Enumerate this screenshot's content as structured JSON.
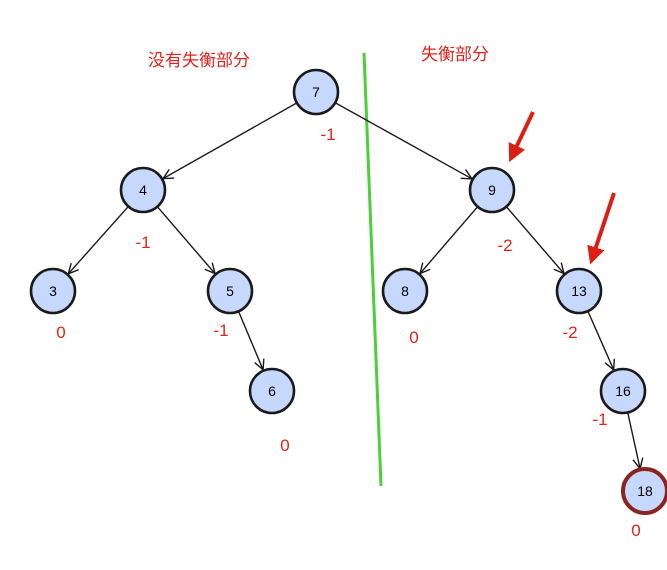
{
  "captions": {
    "left": "没有失衡部分",
    "right": "失衡部分"
  },
  "colors": {
    "node_fill": "#c6d8fb",
    "node_stroke": "#1a1a1a",
    "highlight_stroke": "#8b2420",
    "balance_text": "#e0231c",
    "divider": "#4ccf3a",
    "arrow_marker": "#dc1f16"
  },
  "nodes": [
    {
      "id": "n7",
      "label": "7",
      "balance": "-1",
      "highlight": false
    },
    {
      "id": "n4",
      "label": "4",
      "balance": "-1",
      "highlight": false
    },
    {
      "id": "n3",
      "label": "3",
      "balance": "0",
      "highlight": false
    },
    {
      "id": "n5",
      "label": "5",
      "balance": "-1",
      "highlight": false
    },
    {
      "id": "n6",
      "label": "6",
      "balance": "0",
      "highlight": false
    },
    {
      "id": "n9",
      "label": "9",
      "balance": "-2",
      "highlight": false
    },
    {
      "id": "n8",
      "label": "8",
      "balance": "0",
      "highlight": false
    },
    {
      "id": "n13",
      "label": "13",
      "balance": "-2",
      "highlight": false
    },
    {
      "id": "n16",
      "label": "16",
      "balance": "-1",
      "highlight": false
    },
    {
      "id": "n18",
      "label": "18",
      "balance": "0",
      "highlight": true
    }
  ],
  "edges": [
    {
      "from": "n7",
      "to": "n4"
    },
    {
      "from": "n7",
      "to": "n9"
    },
    {
      "from": "n4",
      "to": "n3"
    },
    {
      "from": "n4",
      "to": "n5"
    },
    {
      "from": "n5",
      "to": "n6"
    },
    {
      "from": "n9",
      "to": "n8"
    },
    {
      "from": "n9",
      "to": "n13"
    },
    {
      "from": "n13",
      "to": "n16"
    },
    {
      "from": "n16",
      "to": "n18"
    }
  ],
  "markers": [
    {
      "target": "n9",
      "meaning": "unbalanced node"
    },
    {
      "target": "n13",
      "meaning": "unbalanced node"
    }
  ]
}
